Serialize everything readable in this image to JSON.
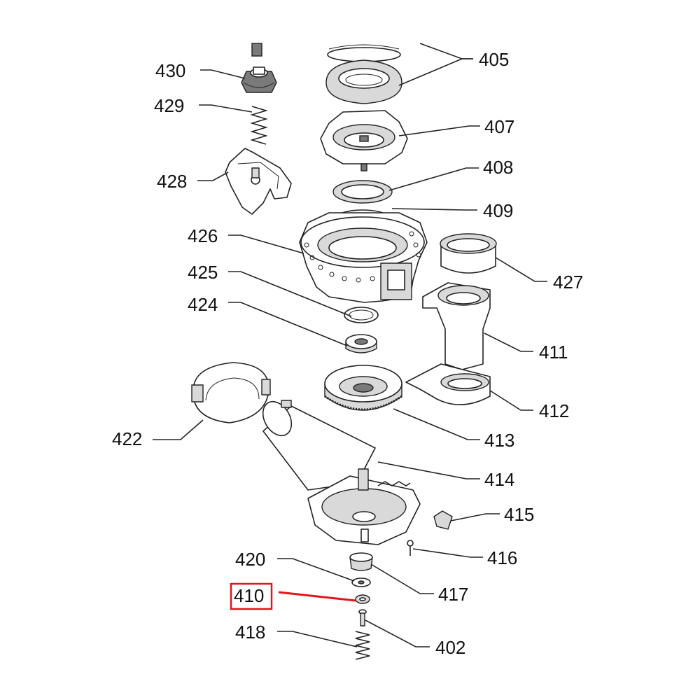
{
  "labels": {
    "l430": "430",
    "l429": "429",
    "l428": "428",
    "l405": "405",
    "l407": "407",
    "l408": "408",
    "l409": "409",
    "l426": "426",
    "l427": "427",
    "l425": "425",
    "l424": "424",
    "l411": "411",
    "l412": "412",
    "l413": "413",
    "l422": "422",
    "l414": "414",
    "l415": "415",
    "l416": "416",
    "l420": "420",
    "l417": "417",
    "l410": "410",
    "l418": "418",
    "l402": "402"
  },
  "highlight": {
    "part": "410",
    "color": "#e0161b"
  }
}
